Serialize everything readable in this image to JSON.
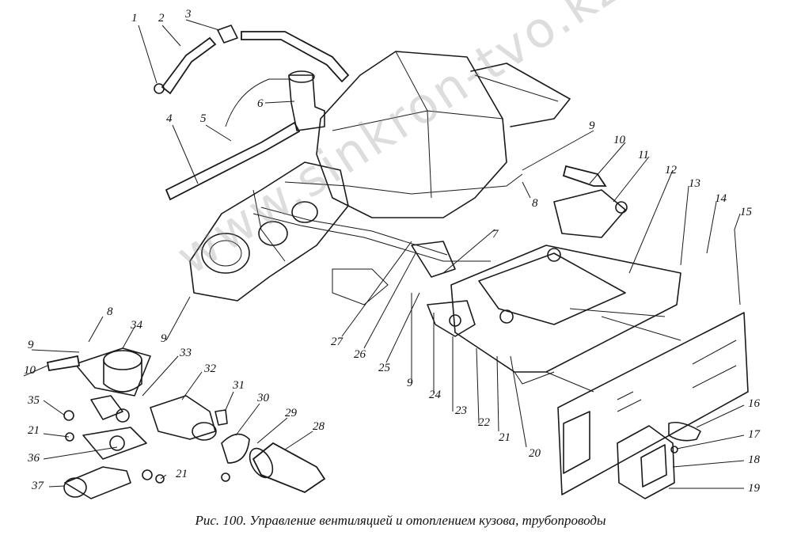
{
  "caption": "Рис. 100. Управление вентиляцией и отоплением кузова, трубопроводы",
  "watermark": "www.sinkron-tvo.kz",
  "callouts": [
    {
      "id": "c1",
      "text": "1"
    },
    {
      "id": "c2",
      "text": "2"
    },
    {
      "id": "c3",
      "text": "3"
    },
    {
      "id": "c4",
      "text": "4"
    },
    {
      "id": "c5",
      "text": "5"
    },
    {
      "id": "c6",
      "text": "6"
    },
    {
      "id": "c7",
      "text": "7"
    },
    {
      "id": "c8a",
      "text": "8"
    },
    {
      "id": "c9a",
      "text": "9"
    },
    {
      "id": "c10a",
      "text": "10"
    },
    {
      "id": "c11",
      "text": "11"
    },
    {
      "id": "c12",
      "text": "12"
    },
    {
      "id": "c13",
      "text": "13"
    },
    {
      "id": "c14",
      "text": "14"
    },
    {
      "id": "c15",
      "text": "15"
    },
    {
      "id": "c16",
      "text": "16"
    },
    {
      "id": "c17",
      "text": "17"
    },
    {
      "id": "c18",
      "text": "18"
    },
    {
      "id": "c19",
      "text": "19"
    },
    {
      "id": "c20",
      "text": "20"
    },
    {
      "id": "c21a",
      "text": "21"
    },
    {
      "id": "c22",
      "text": "22"
    },
    {
      "id": "c23",
      "text": "23"
    },
    {
      "id": "c24",
      "text": "24"
    },
    {
      "id": "c9b",
      "text": "9"
    },
    {
      "id": "c25",
      "text": "25"
    },
    {
      "id": "c26",
      "text": "26"
    },
    {
      "id": "c27",
      "text": "27"
    },
    {
      "id": "c8b",
      "text": "8"
    },
    {
      "id": "c34",
      "text": "34"
    },
    {
      "id": "c9c",
      "text": "9"
    },
    {
      "id": "c9d",
      "text": "9"
    },
    {
      "id": "c33",
      "text": "33"
    },
    {
      "id": "c10b",
      "text": "10"
    },
    {
      "id": "c32",
      "text": "32"
    },
    {
      "id": "c31",
      "text": "31"
    },
    {
      "id": "c35",
      "text": "35"
    },
    {
      "id": "c30",
      "text": "30"
    },
    {
      "id": "c29",
      "text": "29"
    },
    {
      "id": "c28",
      "text": "28"
    },
    {
      "id": "c21b",
      "text": "21"
    },
    {
      "id": "c36",
      "text": "36"
    },
    {
      "id": "c21c",
      "text": "21"
    },
    {
      "id": "c37",
      "text": "37"
    }
  ]
}
